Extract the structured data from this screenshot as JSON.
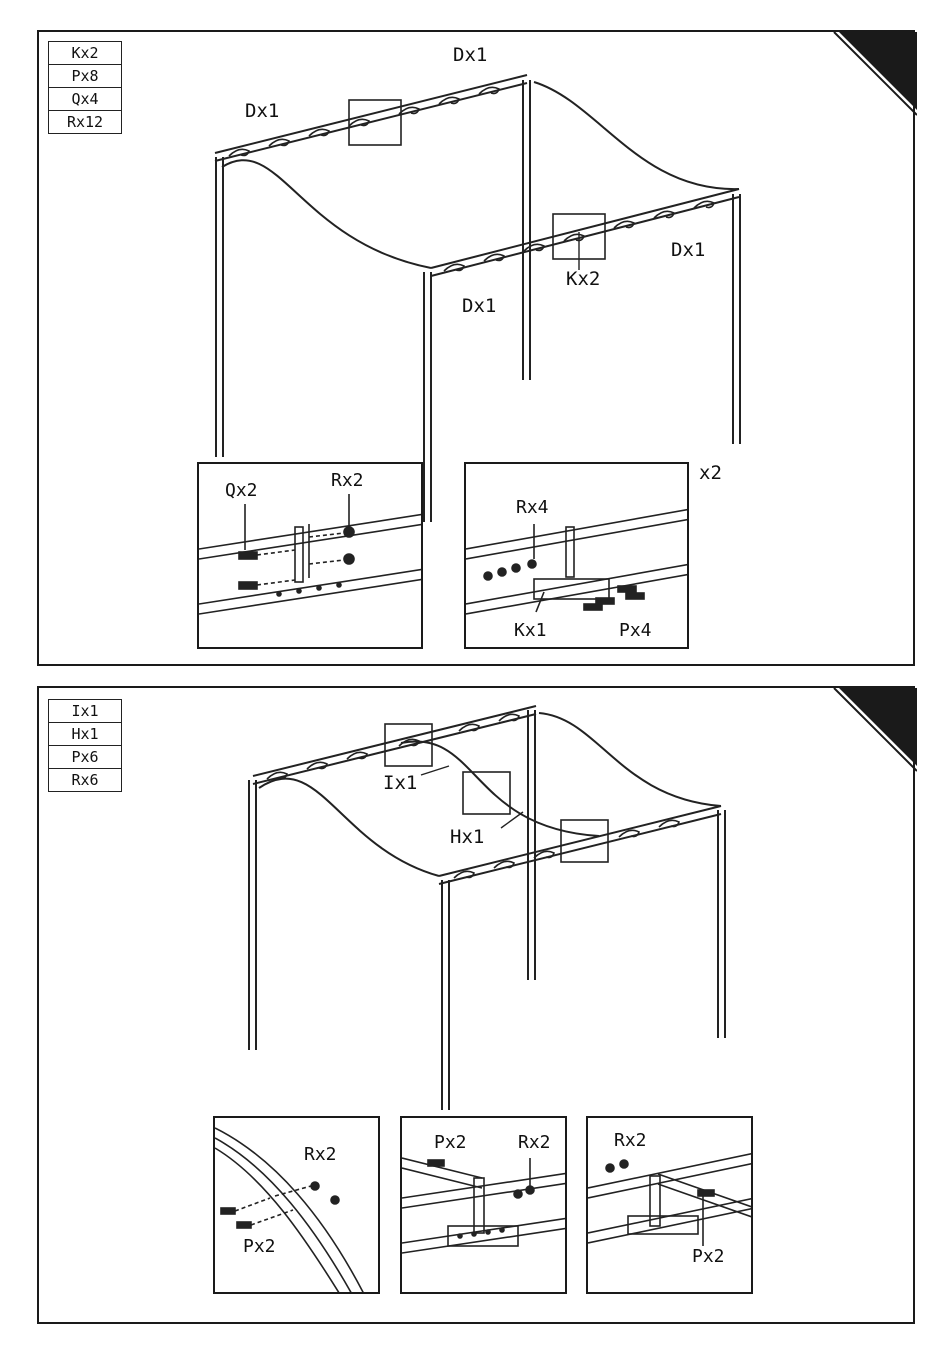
{
  "step1": {
    "parts": [
      "Kx2",
      "Px8",
      "Qx4",
      "Rx12"
    ],
    "labels": {
      "top_back": "Dx1",
      "top_left": "Dx1",
      "front_right": "Dx1",
      "front_bottom": "Dx1",
      "callout": "Kx2"
    },
    "detail_a": {
      "q": "Qx2",
      "r": "Rx2"
    },
    "detail_b": {
      "multiplier": "x2",
      "r": "Rx4",
      "k": "Kx1",
      "p": "Px4"
    }
  },
  "step2": {
    "parts": [
      "Ix1",
      "Hx1",
      "Px6",
      "Rx6"
    ],
    "labels": {
      "i": "Ix1",
      "h": "Hx1"
    },
    "detail_a": {
      "r": "Rx2",
      "p": "Px2"
    },
    "detail_b": {
      "p": "Px2",
      "r": "Rx2"
    },
    "detail_c": {
      "r": "Rx2",
      "p": "Px2"
    }
  }
}
